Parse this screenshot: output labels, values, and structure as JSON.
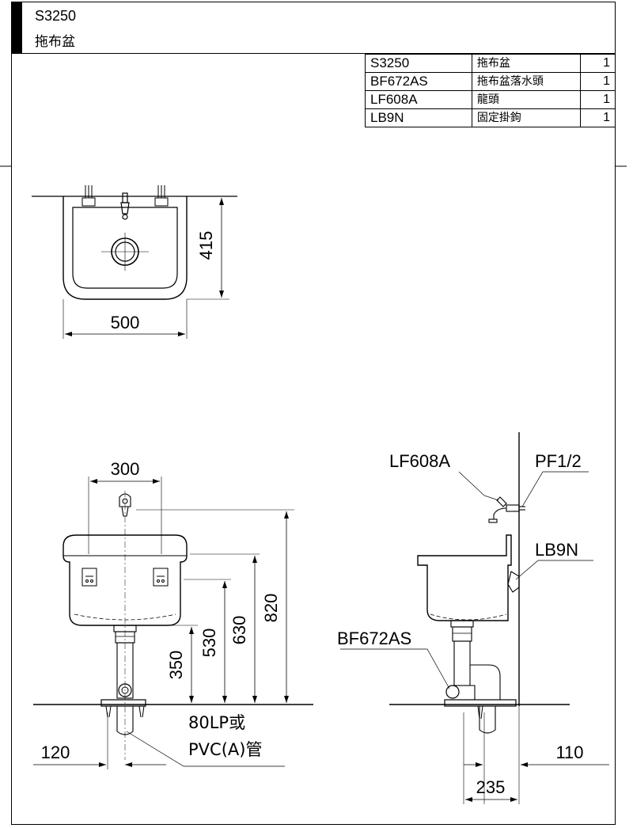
{
  "header": {
    "model": "S3250",
    "product_name": "拖布盆"
  },
  "parts": [
    {
      "code": "S3250",
      "name": "拖布盆",
      "qty": "1"
    },
    {
      "code": "BF672AS",
      "name": "拖布盆落水頭",
      "qty": "1"
    },
    {
      "code": "LF608A",
      "name": "龍頭",
      "qty": "1"
    },
    {
      "code": "LB9N",
      "name": "固定掛鉤",
      "qty": "1"
    }
  ],
  "plan_view": {
    "depth": "415",
    "width": "500"
  },
  "front_view": {
    "faucet_spacing": "300",
    "height_820": "820",
    "height_630": "630",
    "height_530": "530",
    "height_350": "350",
    "drain_label_1": "80LP或",
    "drain_label_2": "PVC(A)管",
    "offset_120": "120"
  },
  "side_view": {
    "faucet_label": "LF608A",
    "thread_label": "PF1/2",
    "hook_label": "LB9N",
    "drain_label": "BF672AS",
    "offset_110": "110",
    "depth_235": "235"
  }
}
